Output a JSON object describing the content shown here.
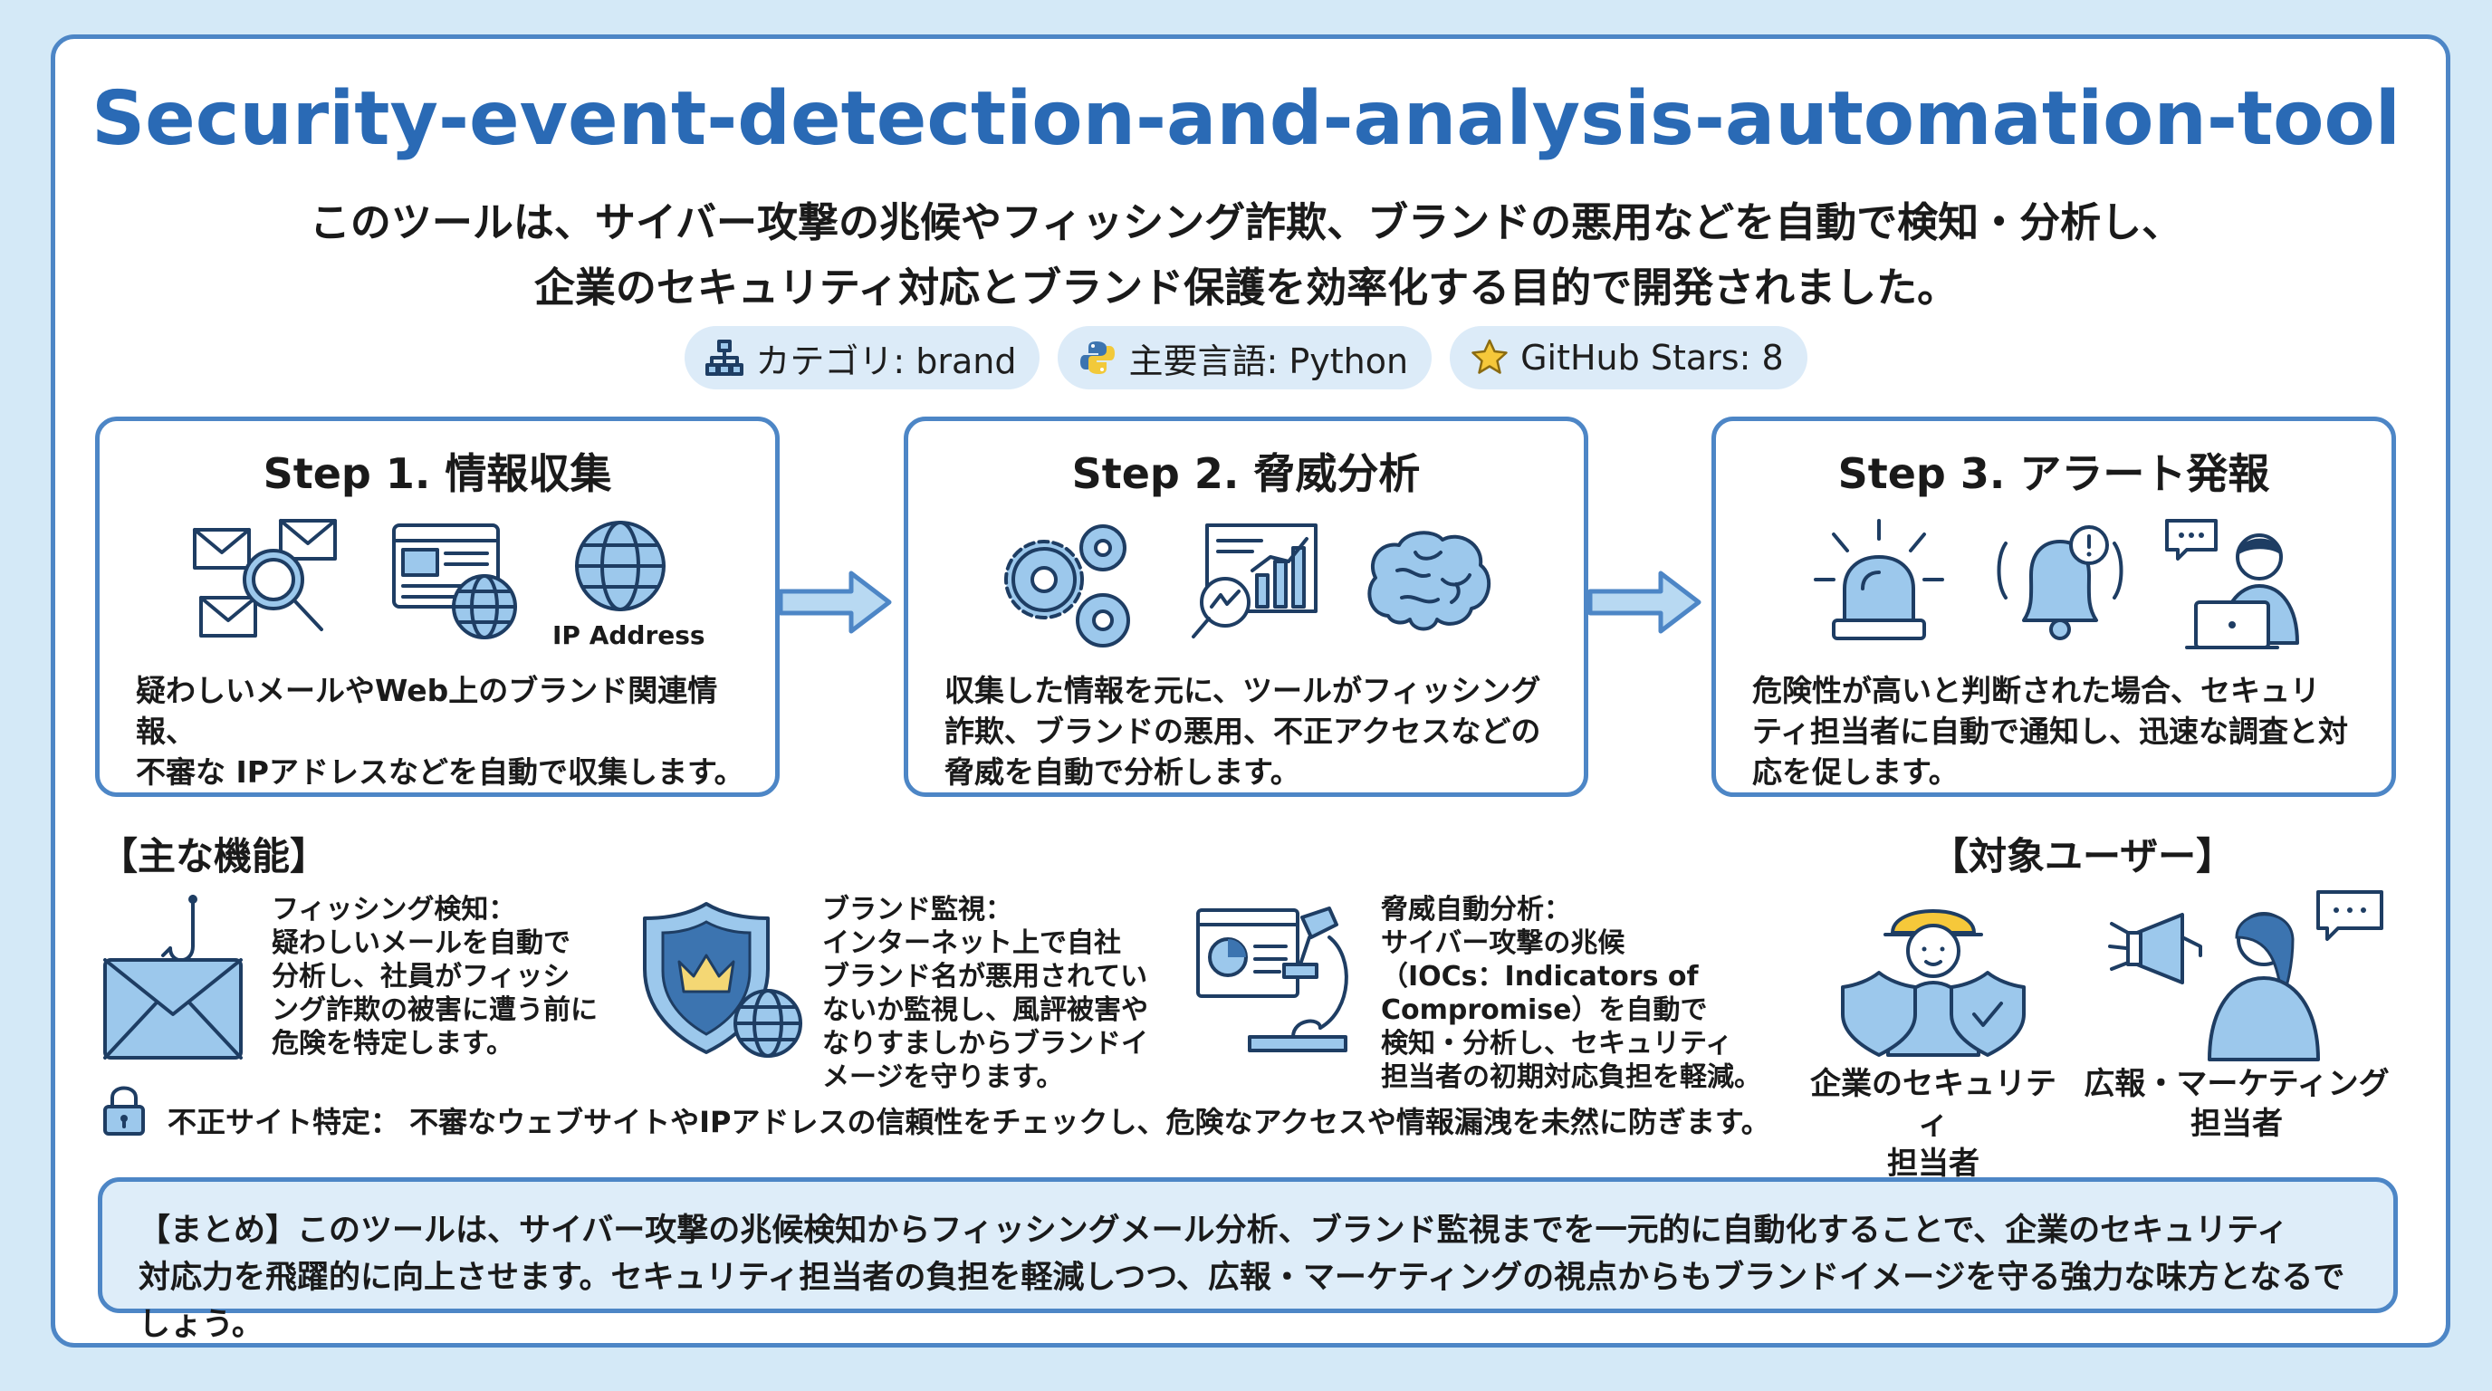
{
  "title": "Security-event-detection-and-analysis-automation-tool",
  "subtitle_line1": "このツールは、サイバー攻撃の兆候やフィッシング詐欺、ブランドの悪用などを自動で検知・分析し、",
  "subtitle_line2": "企業のセキュリティ対応とブランド保護を効率化する目的で開発されました。",
  "badges": [
    {
      "icon": "hierarchy-icon",
      "label": "カテゴリ: brand"
    },
    {
      "icon": "python-icon",
      "label": "主要言語: Python"
    },
    {
      "icon": "star-icon",
      "label": "GitHub Stars: 8"
    }
  ],
  "steps": [
    {
      "title": "Step 1. 情報収集",
      "icon_label": "IP Address",
      "desc_line1": "疑わしいメールやWeb上のブランド関連情報、",
      "desc_line2": "不審な IPアドレスなどを自動で収集します。",
      "desc_line3": ""
    },
    {
      "title": "Step 2. 脅威分析",
      "desc_line1": "収集した情報を元に、ツールがフィッシング",
      "desc_line2": "詐欺、ブランドの悪用、不正アクセスなどの",
      "desc_line3": "脅威を自動で分析します。"
    },
    {
      "title": "Step 3. アラート発報",
      "desc_line1": "危険性が高いと判断された場合、セキュリ",
      "desc_line2": "ティ担当者に自動で通知し、迅速な調査と対",
      "desc_line3": "応を促します。"
    }
  ],
  "features_label": "【主な機能】",
  "features": [
    {
      "icon": "phishing-mail-icon",
      "lines": [
        "フィッシング検知：",
        "疑わしいメールを自動で",
        "分析し、社員がフィッシ",
        "ング詐欺の被害に遭う前に",
        "危険を特定します。"
      ]
    },
    {
      "icon": "brand-shield-icon",
      "lines": [
        "ブランド監視：",
        "インターネット上で自社",
        "ブランド名が悪用されてい",
        "ないか監視し、風評被害や",
        "なりすましからブランドイ",
        "メージを守ります。"
      ]
    },
    {
      "icon": "microscope-icon",
      "lines": [
        "脅威自動分析：",
        "サイバー攻撃の兆候",
        "（IOCs：Indicators of",
        "Compromise）を自動で",
        "検知・分析し、セキュリティ",
        "担当者の初期対応負担を軽減。"
      ]
    }
  ],
  "fraud_site": "不正サイト特定： 不審なウェブサイトやIPアドレスの信頼性をチェックし、危険なアクセスや情報漏洩を未然に防ぎます。",
  "users_label": "【対象ユーザー】",
  "users": [
    {
      "icon": "security-worker-icon",
      "line1": "企業のセキュリティ",
      "line2": "担当者"
    },
    {
      "icon": "pr-marketing-icon",
      "line1": "広報・マーケティング",
      "line2": "担当者"
    }
  ],
  "summary_line1": "【まとめ】このツールは、サイバー攻撃の兆候検知からフィッシングメール分析、ブランド監視までを一元的に自動化することで、企業のセキュリティ",
  "summary_line2": "対応力を飛躍的に向上させます。セキュリティ担当者の負担を軽減しつつ、広報・マーケティングの視点からもブランドイメージを守る強力な味方となるでしょう。",
  "colors": {
    "accent": "#4d86c6",
    "title": "#2a6ab5",
    "background": "#d4e9f7",
    "icon_fill": "#9cc8ec",
    "summary_bg": "#deedf9"
  }
}
